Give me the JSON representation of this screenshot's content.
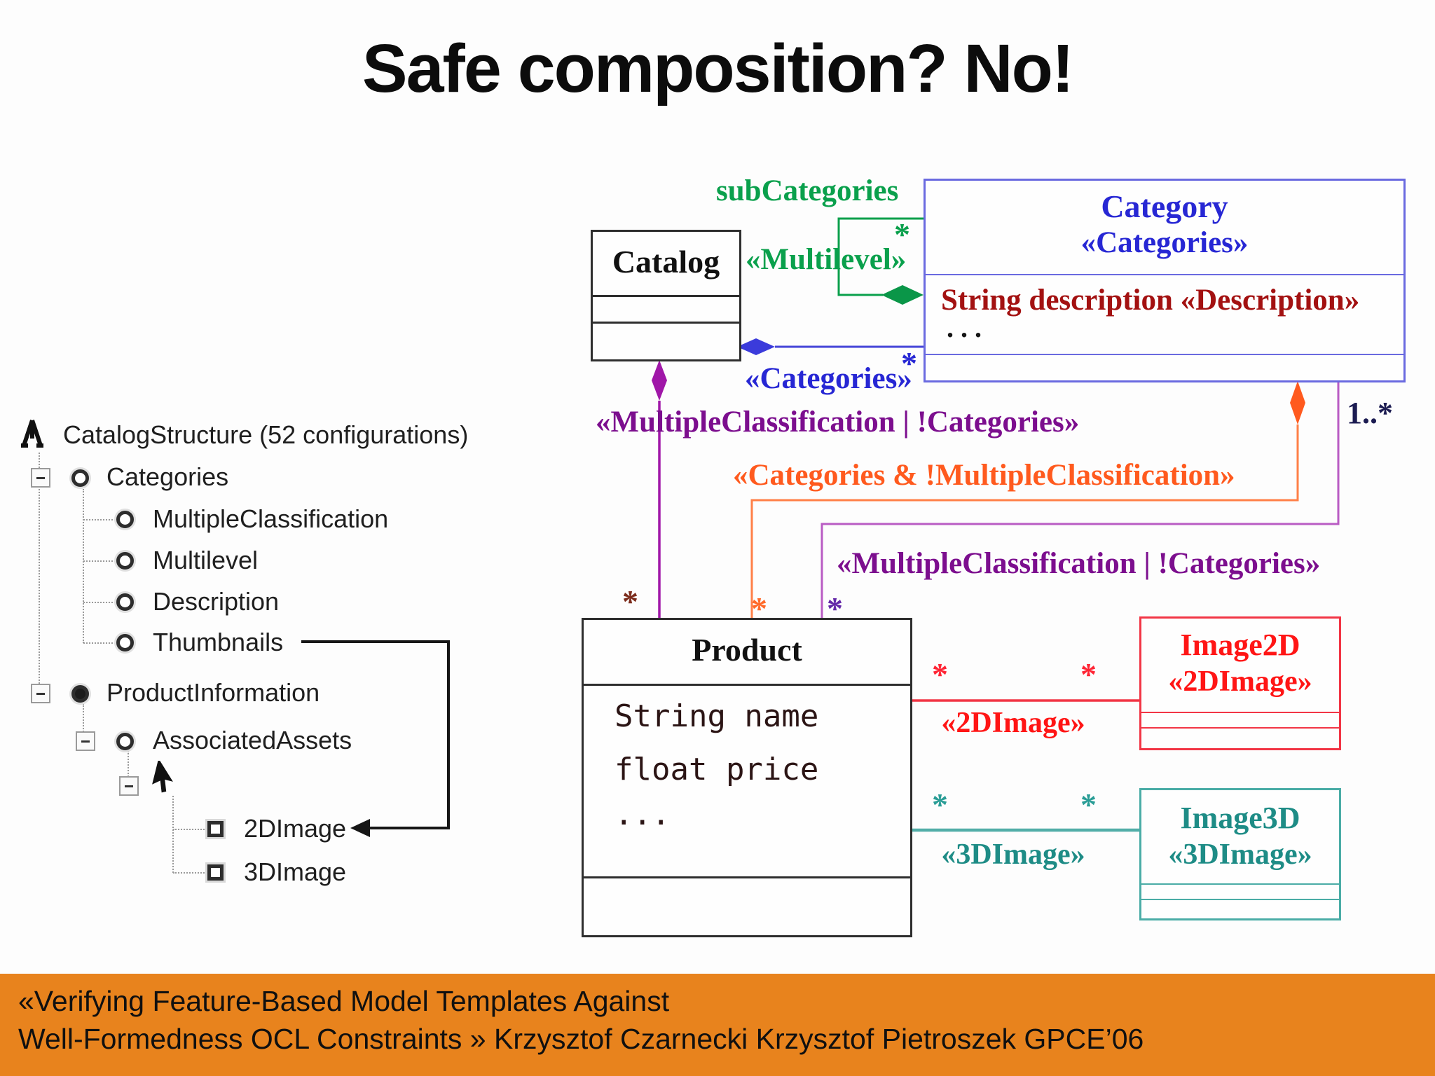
{
  "title": "Safe composition? No!",
  "glyphs": {
    "star": "*",
    "dots": ". . ."
  },
  "feature_tree": {
    "root_label": "CatalogStructure (52 configurations)",
    "items": [
      {
        "label": "Categories"
      },
      {
        "label": "MultipleClassification"
      },
      {
        "label": "Multilevel"
      },
      {
        "label": "Description"
      },
      {
        "label": "Thumbnails"
      },
      {
        "label": "ProductInformation"
      },
      {
        "label": "AssociatedAssets"
      },
      {
        "label": "2DImage"
      },
      {
        "label": "3DImage"
      }
    ]
  },
  "uml": {
    "catalog": {
      "name": "Catalog"
    },
    "category": {
      "name": "Category",
      "stereotype": "«Categories»",
      "attribute": "String description «Description»"
    },
    "product": {
      "name": "Product",
      "attributes": [
        "String name",
        "float price",
        "..."
      ]
    },
    "image2d": {
      "name": "Image2D",
      "stereotype": "«2DImage»"
    },
    "image3d": {
      "name": "Image3D",
      "stereotype": "«3DImage»"
    },
    "labels": {
      "subcategories": "subCategories",
      "multilevel": "«Multilevel»",
      "categories_assoc": "«Categories»",
      "constraint_purple_top": "«MultipleClassification | !Categories»",
      "constraint_orange": "«Categories & !MultipleClassification»",
      "constraint_purple_bottom": "«MultipleClassification | !Categories»",
      "assoc_2d": "«2DImage»",
      "assoc_3d": "«3DImage»",
      "mult_one_many": "1..*",
      "mult_many": "*"
    }
  },
  "footer": {
    "line1": "«Verifying Feature-Based Model Templates Against",
    "line2": "Well-Formedness OCL Constraints » Krzysztof Czarnecki Krzysztof Pietroszek GPCE’06"
  },
  "colors": {
    "green": "#0aa04c",
    "blue": "#2727d4",
    "purple": "#7c0e8e",
    "purple_line": "#a017a8",
    "purple_line_light": "#b95cc4",
    "orange": "#ff5a1e",
    "red": "#ff1515",
    "teal": "#1e8c86",
    "navy": "#1c1c52",
    "dark_red_attr": "#a31111",
    "footer_bar": "#e8831d"
  }
}
